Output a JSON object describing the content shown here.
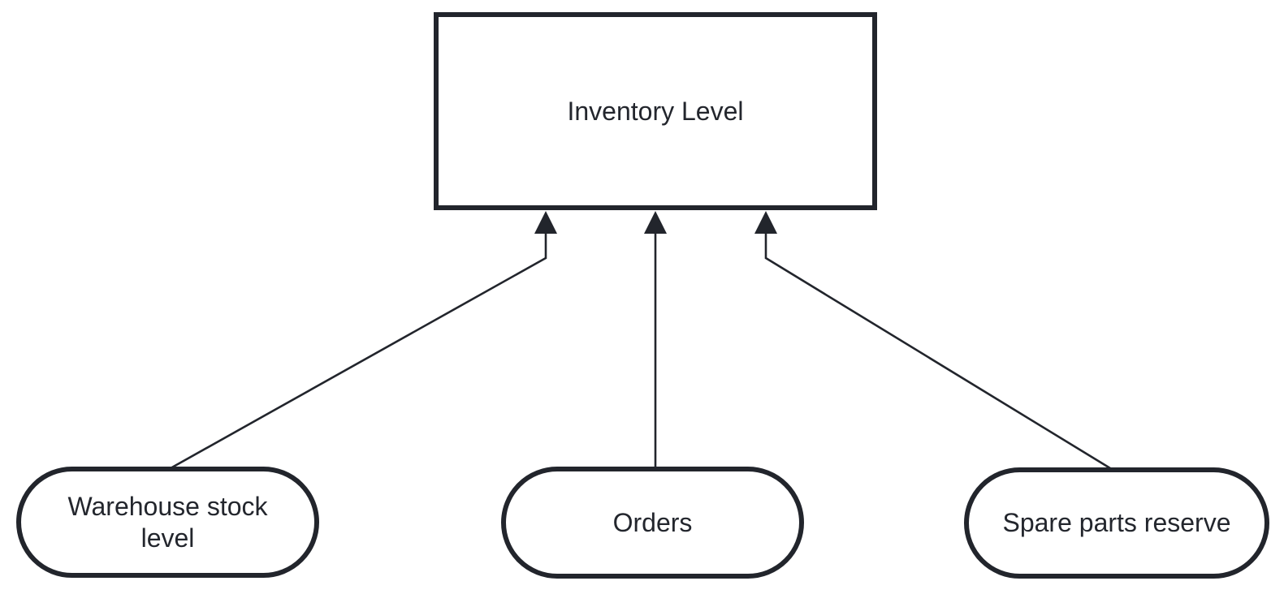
{
  "diagram": {
    "type": "causal-influence-diagram",
    "colors": {
      "background": "#ffffff",
      "stroke": "#22252c",
      "text": "#23262d"
    },
    "nodes": {
      "inventory": {
        "label": "Inventory Level",
        "shape": "rectangle"
      },
      "warehouse": {
        "label": "Warehouse stock level",
        "shape": "stadium"
      },
      "orders": {
        "label": "Orders",
        "shape": "stadium"
      },
      "spare_parts": {
        "label": "Spare parts reserve",
        "shape": "stadium"
      }
    },
    "edges": [
      {
        "from": "warehouse",
        "to": "inventory",
        "style": "solid",
        "arrowhead": "filled-triangle"
      },
      {
        "from": "orders",
        "to": "inventory",
        "style": "solid",
        "arrowhead": "filled-triangle"
      },
      {
        "from": "spare_parts",
        "to": "inventory",
        "style": "solid",
        "arrowhead": "filled-triangle"
      }
    ]
  }
}
